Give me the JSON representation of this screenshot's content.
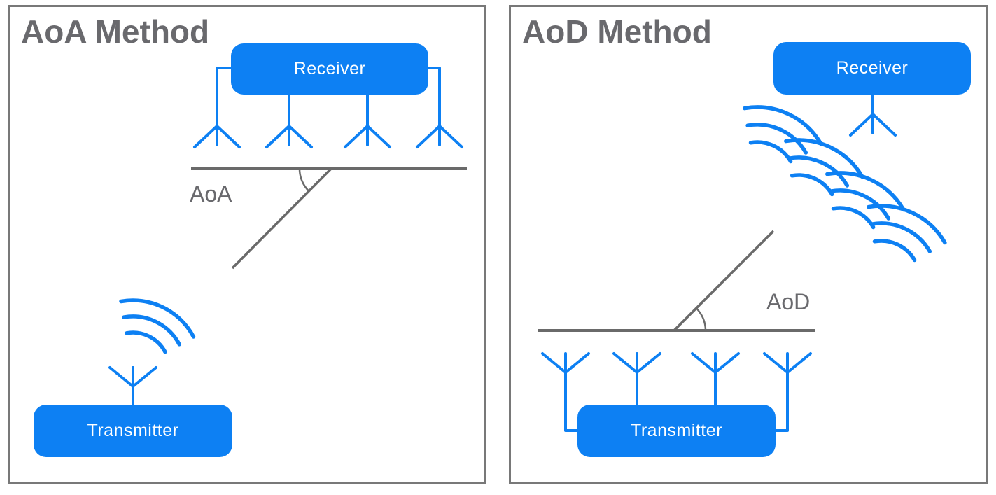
{
  "panels": {
    "aoa": {
      "title": "AoA Method",
      "receiver_label": "Receiver",
      "transmitter_label": "Transmitter",
      "angle_label": "AoA"
    },
    "aod": {
      "title": "AoD Method",
      "receiver_label": "Receiver",
      "transmitter_label": "Transmitter",
      "angle_label": "AoD"
    }
  },
  "colors": {
    "accent_blue": "#0d80f3",
    "line_gray": "#6a6a6a",
    "label_gray": "#69696d",
    "border_gray": "#787878",
    "box_text": "#ffffff",
    "background": "#ffffff"
  },
  "icons": {
    "antenna_down_fork": "antenna-icon",
    "antenna_up_fork": "antenna-icon",
    "radio_waves_single": "radio-waves-icon",
    "radio_waves_cascade": "radio-wavefronts-icon",
    "angle_arc": "angle-arc-icon"
  }
}
